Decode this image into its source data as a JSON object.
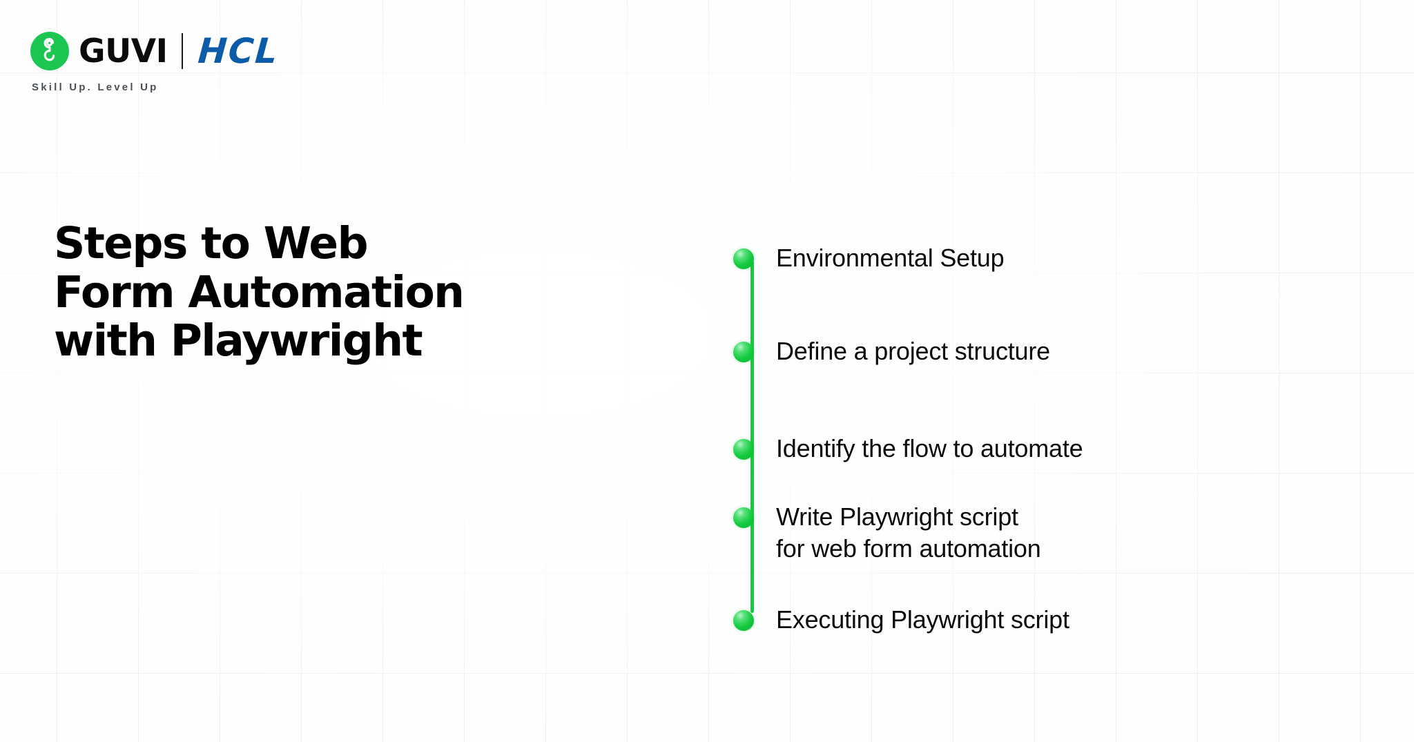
{
  "brand": {
    "logo_icon": "guvi-g-mark-icon",
    "name": "GUVI",
    "partner": "HCL",
    "tagline": "Skill Up. Level Up",
    "accent_green": "#1BC653",
    "partner_blue": "#0B5CA8"
  },
  "headline": {
    "line1": "Steps to Web",
    "line2": "Form Automation",
    "line3": "with Playwright"
  },
  "timeline": {
    "accent": "#17C93F",
    "items": [
      {
        "label": "Environmental Setup"
      },
      {
        "label": "Define a project structure"
      },
      {
        "label": "Identify the flow to automate"
      },
      {
        "label": "Write Playwright script\nfor web form automation"
      },
      {
        "label": "Executing Playwright script"
      }
    ]
  }
}
